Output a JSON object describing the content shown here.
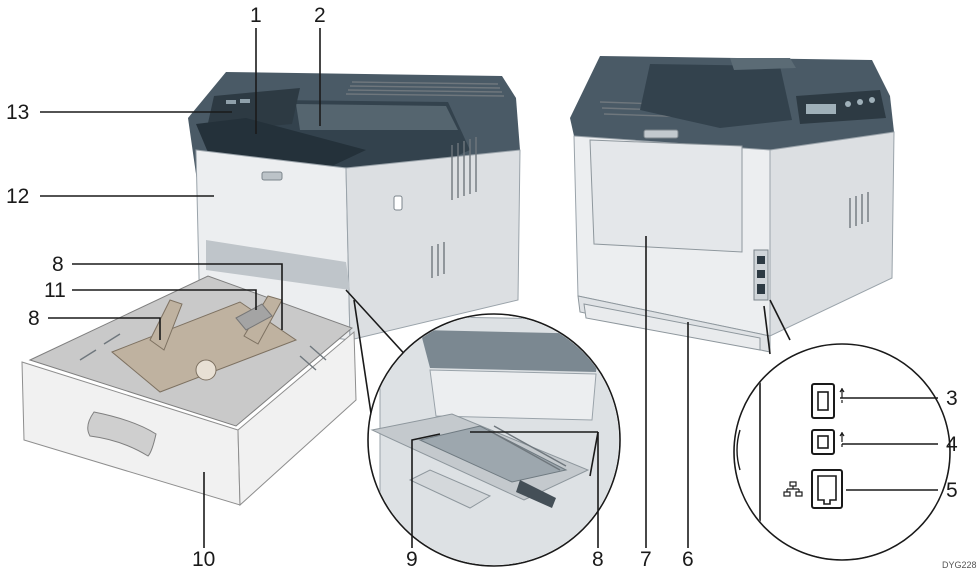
{
  "labels": {
    "n1": "1",
    "n2": "2",
    "n3": "3",
    "n4": "4",
    "n5": "5",
    "n6": "6",
    "n7": "7",
    "n8a": "8",
    "n8b": "8",
    "n8c": "8",
    "n9": "9",
    "n10": "10",
    "n11": "11",
    "n12": "12",
    "n13": "13"
  },
  "image_code": "DYG228",
  "icons": {
    "usb_a": "usb-icon",
    "usb_b": "usb-icon",
    "ethernet": "network-icon"
  },
  "colors": {
    "printer_top": "#4a5a66",
    "printer_body": "#eceef0",
    "paper_guide": "#bfb2a0",
    "line": "#1a1a1a"
  }
}
